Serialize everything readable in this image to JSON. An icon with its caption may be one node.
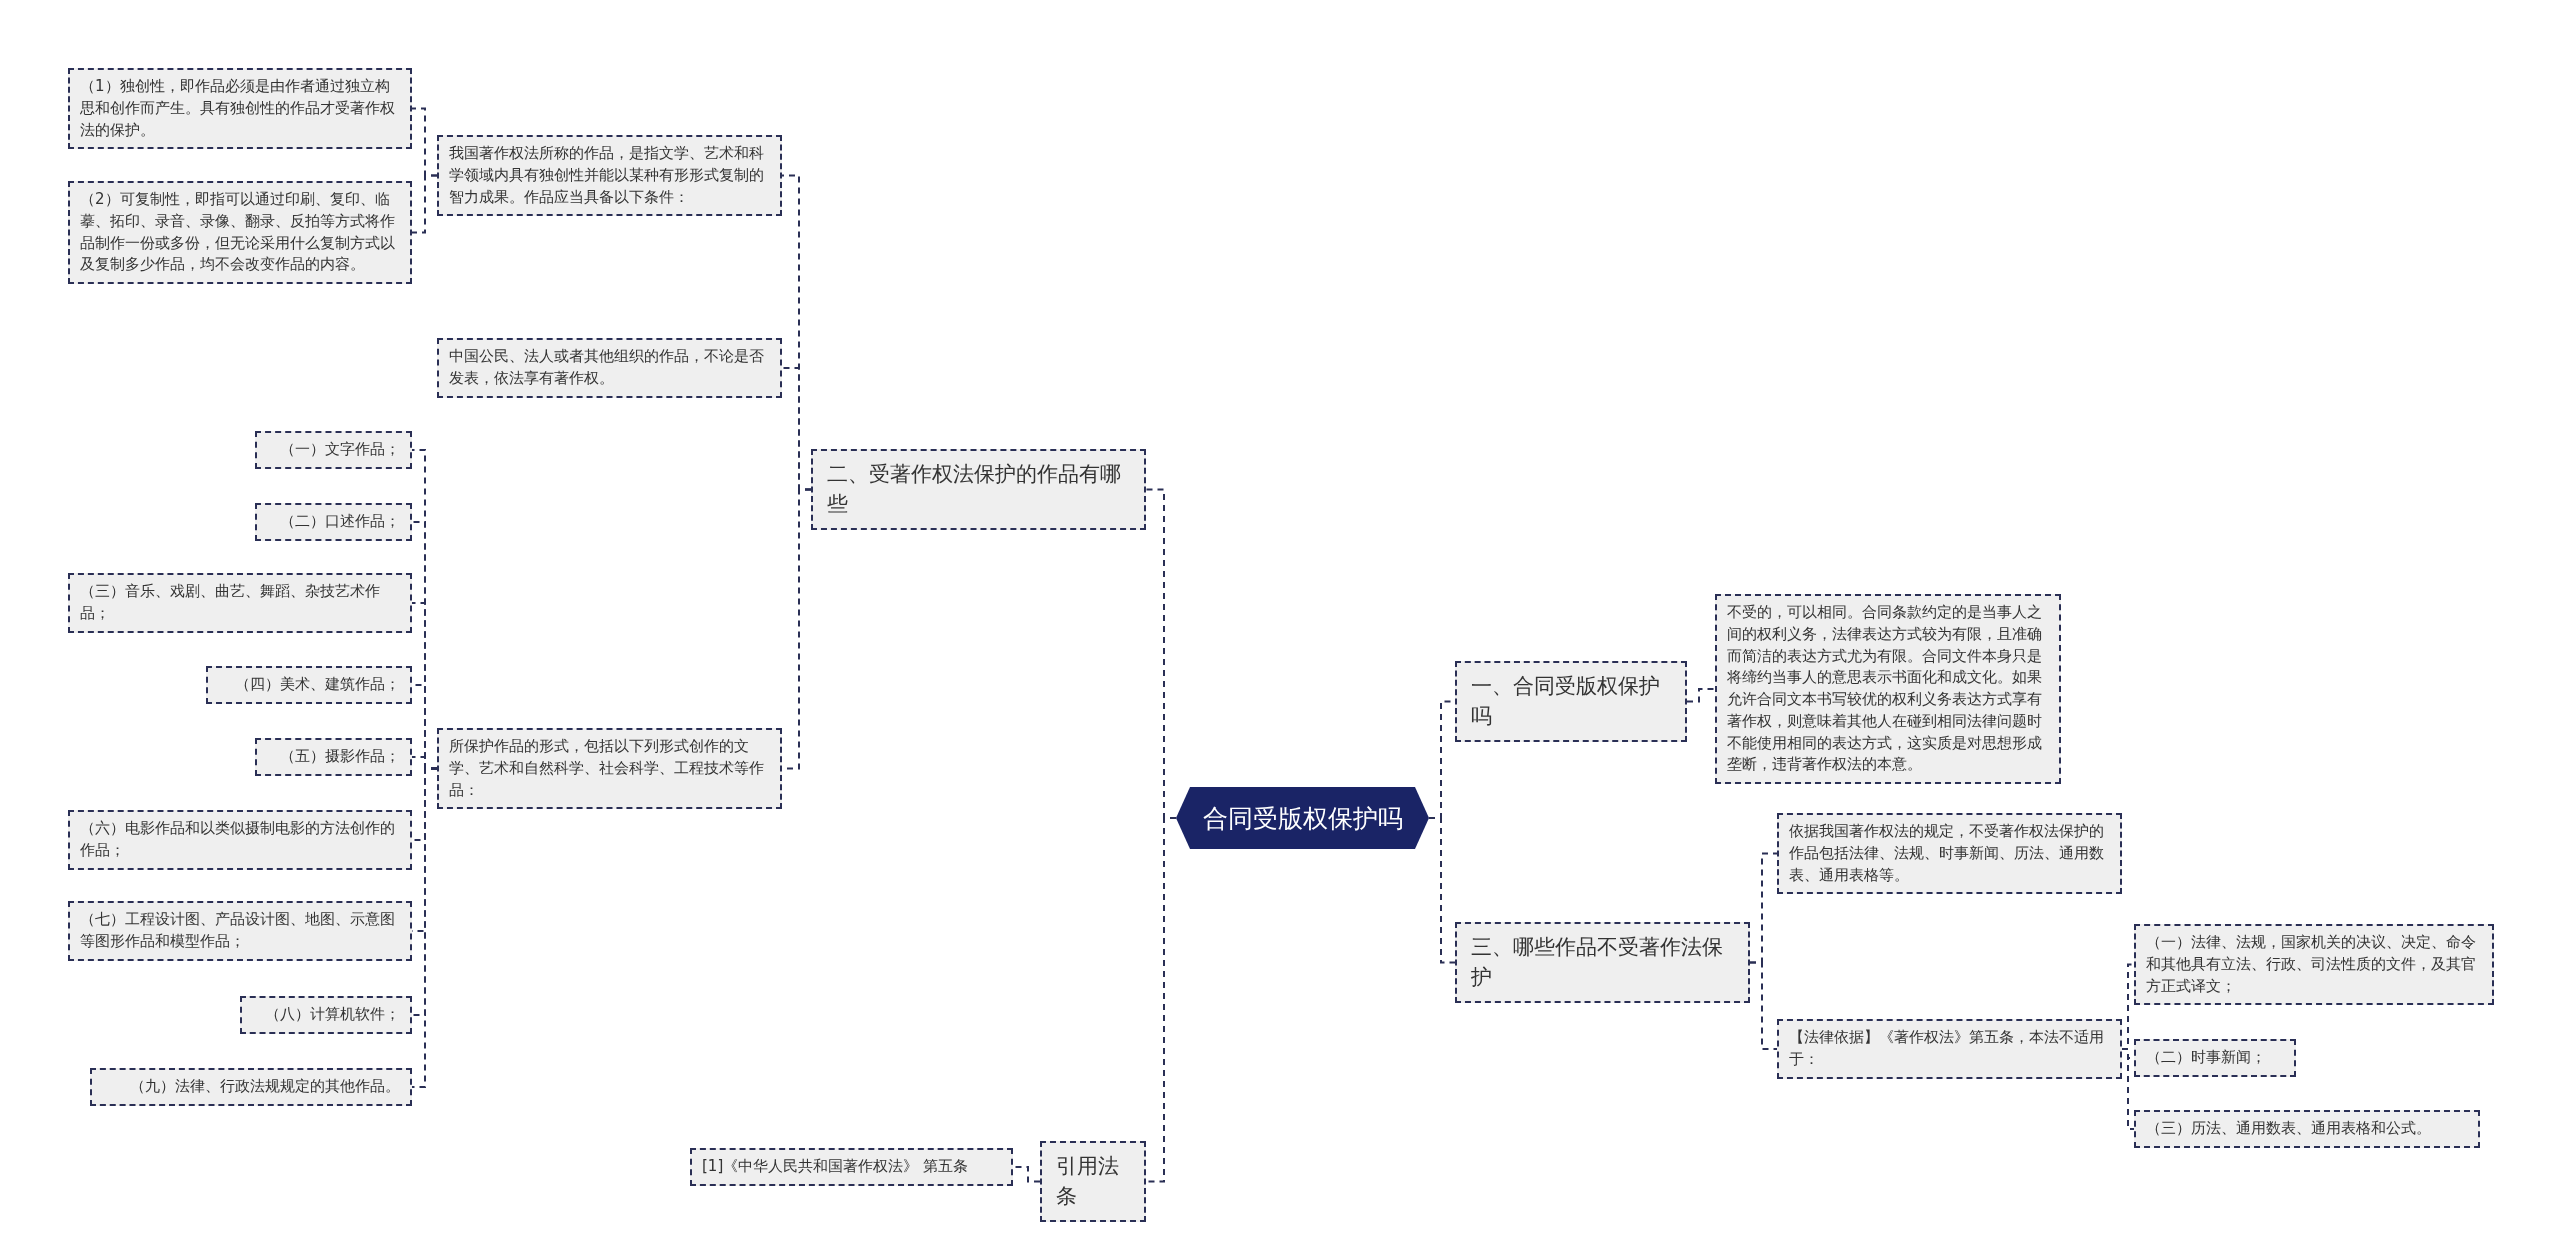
{
  "diagram": {
    "nodes": [
      {
        "text": [
          "合同受版权保护吗"
        ]
      },
      {
        "text": [
          "二、受著作权法保护的作品有哪些"
        ]
      },
      {
        "text": [
          "我国著作权法所称的作品，是指文学、艺术和科学领域内具有独创性并能以某种有形形式复制的智力成果。作品应当具备以下条件："
        ]
      },
      {
        "text": [
          "（1）独创性，即作品必须是由作者通过独立构思和创作而产生。具有独创性的作品才受著作权法的保护。"
        ]
      },
      {
        "text": [
          "（2）可复制性，即指可以通过印刷、复印、临摹、拓印、录音、录像、翻录、反拍等方式将作品制作一份或多份，但无论采用什么复制方式以及复制多少作品，均不会改变作品的内容。"
        ]
      },
      {
        "text": [
          "中国公民、法人或者其他组织的作品，不论是否发表，依法享有著作权。"
        ]
      },
      {
        "text": [
          "所保护作品的形式，包括以下列形式创作的文学、艺术和自然科学、社会科学、工程技术等作品："
        ]
      },
      {
        "text": [
          "（一）文字作品；"
        ]
      },
      {
        "text": [
          "（二）口述作品；"
        ]
      },
      {
        "text": [
          "（三）音乐、戏剧、曲艺、舞蹈、杂技艺术作品；"
        ]
      },
      {
        "text": [
          "（四）美术、建筑作品；"
        ]
      },
      {
        "text": [
          "（五）摄影作品；"
        ]
      },
      {
        "text": [
          "（六）电影作品和以类似摄制电影的方法创作的作品；"
        ]
      },
      {
        "text": [
          "（七）工程设计图、产品设计图、地图、示意图等图形作品和模型作品；"
        ]
      },
      {
        "text": [
          "（八）计算机软件；"
        ]
      },
      {
        "text": [
          "（九）法律、行政法规规定的其他作品。"
        ]
      },
      {
        "text": [
          "引用法条"
        ]
      },
      {
        "text": [
          "[1]《中华人民共和国著作权法》 第五条"
        ]
      },
      {
        "text": [
          "一、合同受版权保护吗"
        ]
      },
      {
        "text": [
          "不受的，可以相同。合同条款约定的是当事人之间的权利义务，法律表达方式较为有限，且准确而简洁的表达方式尤为有限。合同文件本身只是将缔约当事人的意思表示书面化和成文化。如果允许合同文本书写较优的权利义务表达方式享有著作权，则意味着其他人在碰到相同法律问题时不能使用相同的表达方式，这实质是对思想形成垄断，违背著作权法的本意。"
        ]
      },
      {
        "text": [
          "三、哪些作品不受著作法保护"
        ]
      },
      {
        "text": [
          "依据我国著作权法的规定，不受著作权法保护的作品包括法律、法规、时事新闻、历法、通用数表、通用表格等。"
        ]
      },
      {
        "text": [
          "【法律依据】《著作权法》第五条，本法不适用于："
        ]
      },
      {
        "text": [
          "（一）法律、法规，国家机关的决议、决定、命令和其他具有立法、行政、司法性质的文件，及其官方正式译文；"
        ]
      },
      {
        "text": [
          "（二）时事新闻；"
        ]
      },
      {
        "text": [
          "（三）历法、通用数表、通用表格和公式。"
        ]
      }
    ],
    "edges": [
      {
        "from": 0,
        "to": 1,
        "arrow": "none",
        "style": "dashed"
      },
      {
        "from": 0,
        "to": 18,
        "arrow": "none",
        "style": "dashed"
      },
      {
        "from": 0,
        "to": 20,
        "arrow": "none",
        "style": "dashed"
      },
      {
        "from": 0,
        "to": 16,
        "arrow": "none",
        "style": "dashed"
      },
      {
        "from": 1,
        "to": 2,
        "arrow": "none",
        "style": "dashed"
      },
      {
        "from": 1,
        "to": 5,
        "arrow": "none",
        "style": "dashed"
      },
      {
        "from": 1,
        "to": 6,
        "arrow": "none",
        "style": "dashed"
      },
      {
        "from": 2,
        "to": 3,
        "arrow": "none",
        "style": "dashed"
      },
      {
        "from": 2,
        "to": 4,
        "arrow": "none",
        "style": "dashed"
      },
      {
        "from": 6,
        "to": 7,
        "arrow": "none",
        "style": "dashed"
      },
      {
        "from": 6,
        "to": 8,
        "arrow": "none",
        "style": "dashed"
      },
      {
        "from": 6,
        "to": 9,
        "arrow": "none",
        "style": "dashed"
      },
      {
        "from": 6,
        "to": 10,
        "arrow": "none",
        "style": "dashed"
      },
      {
        "from": 6,
        "to": 11,
        "arrow": "none",
        "style": "dashed"
      },
      {
        "from": 6,
        "to": 12,
        "arrow": "none",
        "style": "dashed"
      },
      {
        "from": 6,
        "to": 13,
        "arrow": "none",
        "style": "dashed"
      },
      {
        "from": 6,
        "to": 14,
        "arrow": "none",
        "style": "dashed"
      },
      {
        "from": 6,
        "to": 15,
        "arrow": "none",
        "style": "dashed"
      },
      {
        "from": 16,
        "to": 17,
        "arrow": "none",
        "style": "dashed"
      },
      {
        "from": 18,
        "to": 19,
        "arrow": "none",
        "style": "dashed"
      },
      {
        "from": 20,
        "to": 21,
        "arrow": "none",
        "style": "dashed"
      },
      {
        "from": 20,
        "to": 22,
        "arrow": "none",
        "style": "dashed"
      },
      {
        "from": 22,
        "to": 23,
        "arrow": "none",
        "style": "dashed"
      },
      {
        "from": 22,
        "to": 24,
        "arrow": "none",
        "style": "dashed"
      },
      {
        "from": 22,
        "to": 25,
        "arrow": "none",
        "style": "dashed"
      }
    ]
  }
}
